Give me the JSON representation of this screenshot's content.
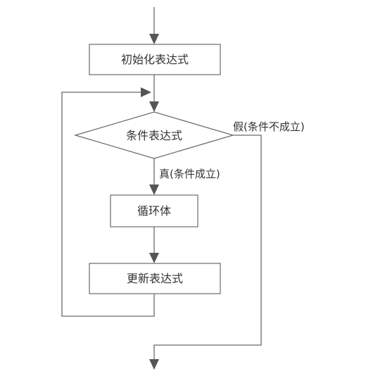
{
  "nodes": {
    "init": "初始化表达式",
    "condition": "条件表达式",
    "body": "循环体",
    "update": "更新表达式"
  },
  "edges": {
    "true_label": "真(条件成立)",
    "false_label": "假(条件不成立)"
  },
  "colors": {
    "line": "#6a6a6a",
    "arrow": "#555555",
    "text": "#333333",
    "background": "#ffffff"
  }
}
